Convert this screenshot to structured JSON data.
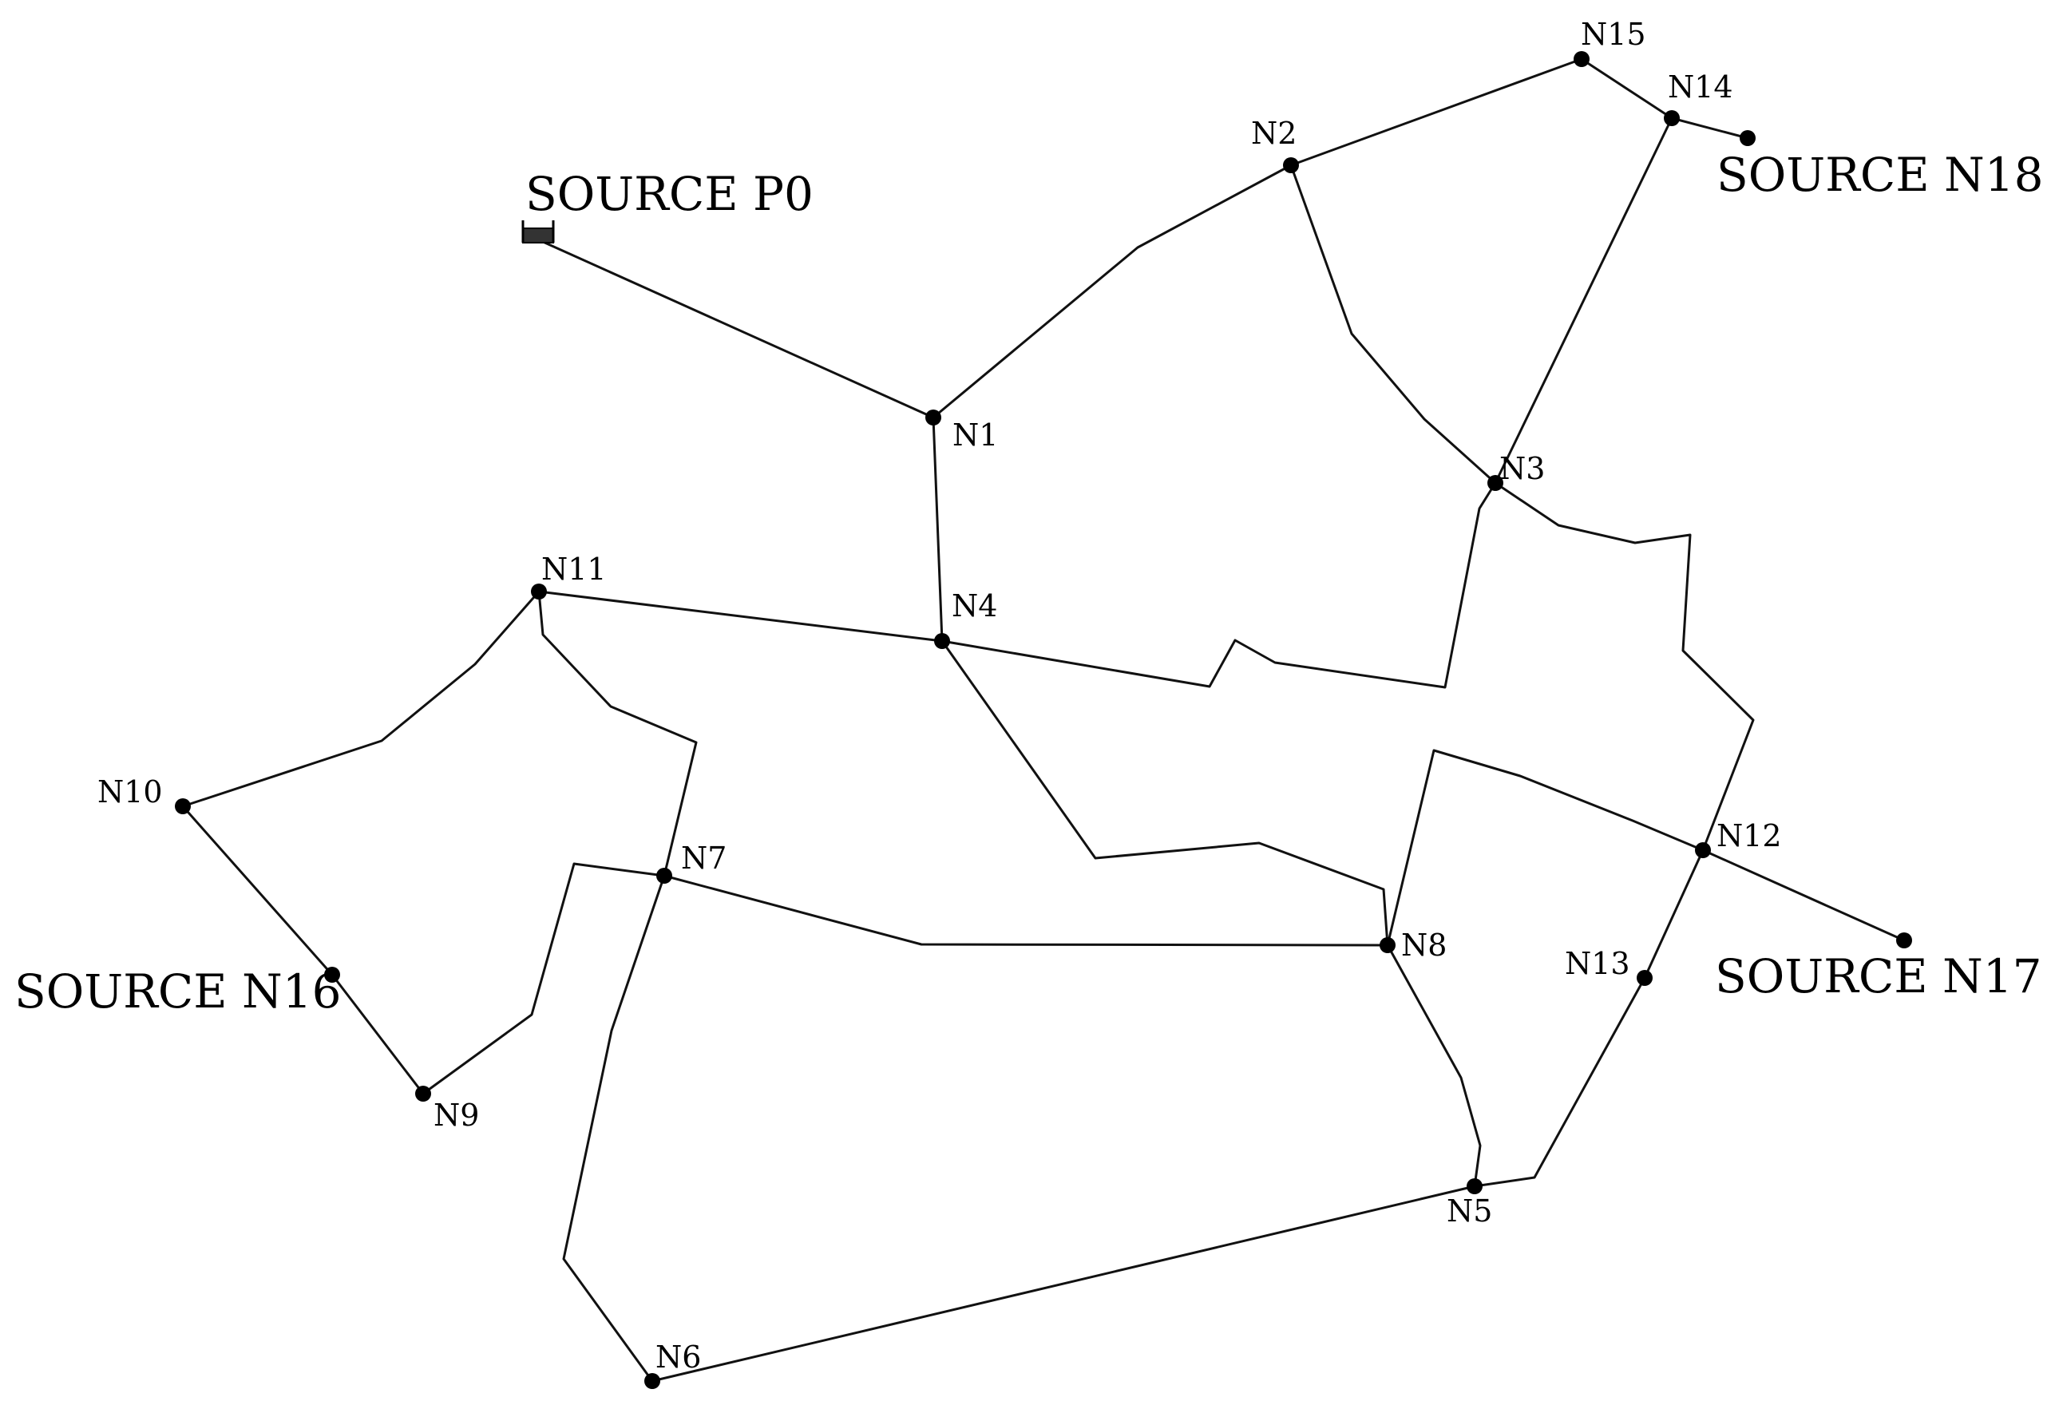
{
  "diagram": {
    "sources": {
      "p0": "SOURCE P0",
      "n16": "SOURCE N16",
      "n17": "SOURCE N17",
      "n18": "SOURCE N18"
    },
    "nodes": {
      "n1": "N1",
      "n2": "N2",
      "n3": "N3",
      "n4": "N4",
      "n5": "N5",
      "n6": "N6",
      "n7": "N7",
      "n8": "N8",
      "n9": "N9",
      "n10": "N10",
      "n11": "N11",
      "n12": "N12",
      "n13": "N13",
      "n14": "N14",
      "n15": "N15"
    },
    "colors": {
      "line": "#111111",
      "node": "#000000",
      "tank": "#333333"
    }
  }
}
